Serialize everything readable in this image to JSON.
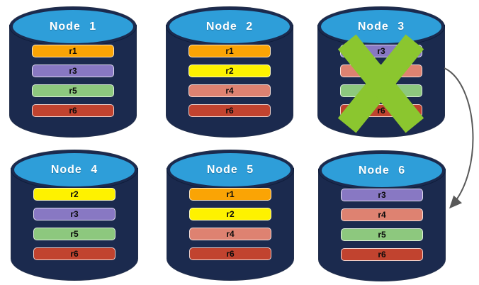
{
  "diagram": {
    "background_color": "#FFFFFF",
    "node_style": {
      "body_color": "#1B2A4E",
      "top_color": "#2E9ED9",
      "title_color": "#FFFFFF"
    },
    "nodes": [
      {
        "label": "Node 1",
        "failed": false,
        "rows": [
          {
            "label": "r1",
            "color": "#FAA405"
          },
          {
            "label": "r3",
            "color": "#8878C3"
          },
          {
            "label": "r5",
            "color": "#8DC87E"
          },
          {
            "label": "r6",
            "color": "#C1432F"
          }
        ]
      },
      {
        "label": "Node 2",
        "failed": false,
        "rows": [
          {
            "label": "r1",
            "color": "#FAA405"
          },
          {
            "label": "r2",
            "color": "#FEF200"
          },
          {
            "label": "r4",
            "color": "#DE8271"
          },
          {
            "label": "r6",
            "color": "#C1432F"
          }
        ]
      },
      {
        "label": "Node 3",
        "failed": true,
        "rows": [
          {
            "label": "r3",
            "color": "#8878C3"
          },
          {
            "label": "r4",
            "color": "#DE8271"
          },
          {
            "label": "r5",
            "color": "#8DC87E"
          },
          {
            "label": "r6",
            "color": "#C1432F"
          }
        ]
      },
      {
        "label": "Node 4",
        "failed": false,
        "rows": [
          {
            "label": "r2",
            "color": "#FEF200"
          },
          {
            "label": "r3",
            "color": "#8878C3"
          },
          {
            "label": "r5",
            "color": "#8DC87E"
          },
          {
            "label": "r6",
            "color": "#C1432F"
          }
        ]
      },
      {
        "label": "Node 5",
        "failed": false,
        "rows": [
          {
            "label": "r1",
            "color": "#FAA405"
          },
          {
            "label": "r2",
            "color": "#FEF200"
          },
          {
            "label": "r4",
            "color": "#DE8271"
          },
          {
            "label": "r6",
            "color": "#C1432F"
          }
        ]
      },
      {
        "label": "Node 6",
        "failed": false,
        "rows": [
          {
            "label": "r3",
            "color": "#8878C3"
          },
          {
            "label": "r4",
            "color": "#DE8271"
          },
          {
            "label": "r5",
            "color": "#8DC87E"
          },
          {
            "label": "r6",
            "color": "#C1432F"
          }
        ]
      }
    ],
    "failure_mark": {
      "shape": "x",
      "color": "#8BC62F",
      "on_node": "Node 3"
    },
    "arrow": {
      "color": "#595959",
      "from_node": "Node 3",
      "to_node": "Node 6"
    }
  }
}
